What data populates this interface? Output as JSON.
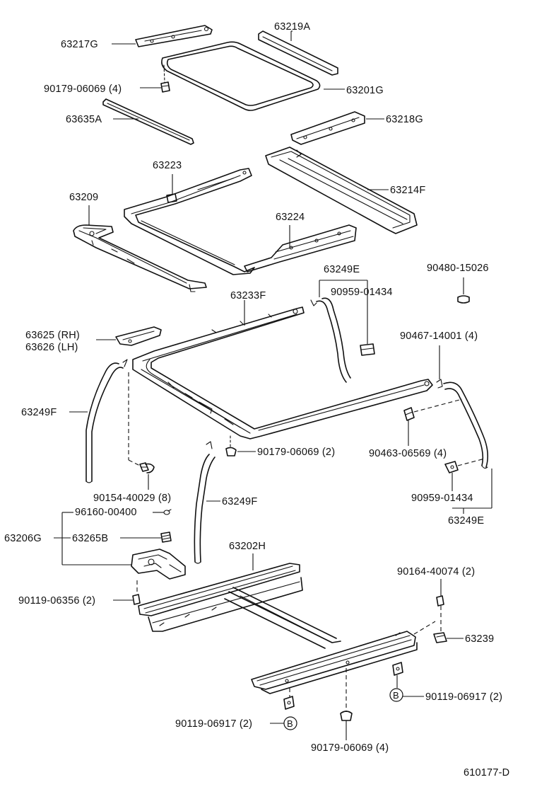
{
  "labels": {
    "p63217G": "63217G",
    "p63219A": "63219A",
    "p90179_top": "90179-06069 (4)",
    "p63201G": "63201G",
    "p63635A": "63635A",
    "p63218G": "63218G",
    "p63223": "63223",
    "p63214F": "63214F",
    "p63209": "63209",
    "p63224": "63224",
    "p63249E_top": "63249E",
    "p90480": "90480-15026",
    "p90959_top": "90959-01434",
    "p63233F": "63233F",
    "p63625": "63625 (RH)",
    "p63626": "63626 (LH)",
    "p90467": "90467-14001 (4)",
    "p63249F_left": "63249F",
    "p90179_mid": "90179-06069 (2)",
    "p90463": "90463-06569 (4)",
    "p90154": "90154-40029 (8)",
    "p90959_bot": "90959-01434",
    "p63249F_mid": "63249F",
    "p96160": "96160-00400",
    "p63249E_bot": "63249E",
    "p63206G": "63206G",
    "p63265B": "63265B",
    "p63202H": "63202H",
    "p90164": "90164-40074 (2)",
    "p90119_06356": "90119-06356 (2)",
    "p63239": "63239",
    "p90119_06917_right": "90119-06917 (2)",
    "p90119_06917_left": "90119-06917 (2)",
    "p90179_bot": "90179-06069 (4)",
    "ref_b": "B",
    "drawing_no": "610177-D"
  }
}
